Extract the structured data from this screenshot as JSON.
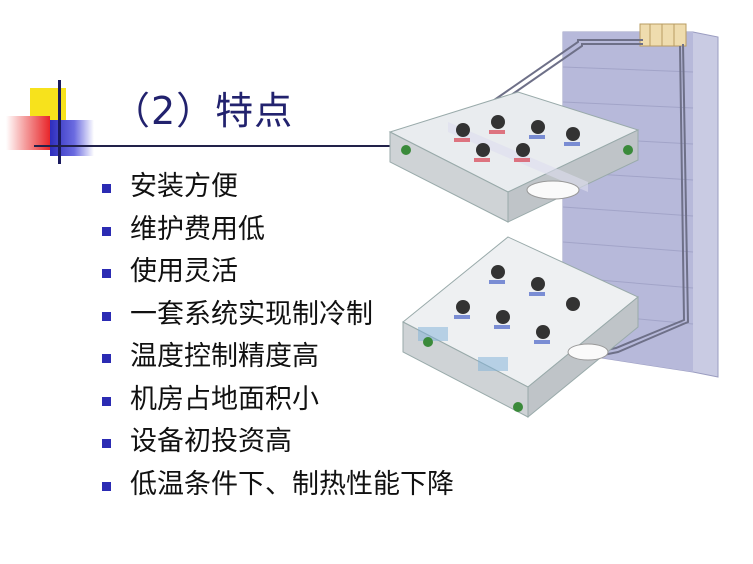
{
  "slide": {
    "title": "（2）特点",
    "bullets": [
      "安装方便",
      "维护费用低",
      "使用灵活",
      "一套系统实现制冷制",
      "温度控制精度高",
      "机房占地面积小",
      "设备初投资高",
      "低温条件下、制热性能下降"
    ],
    "bullet_color": "#2b2bb3",
    "title_color": "#22226e"
  },
  "illustration": {
    "subject": "building-hvac-cutaway-illustration"
  }
}
